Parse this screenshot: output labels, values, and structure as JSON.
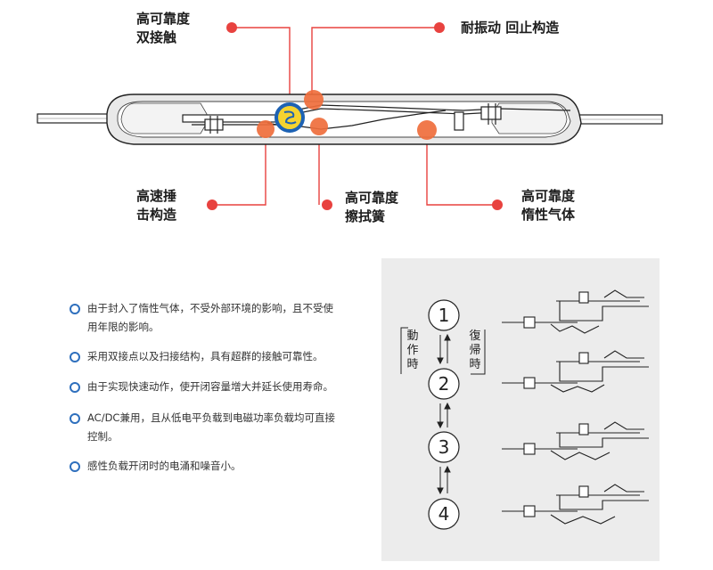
{
  "callouts": {
    "double_contact": [
      "高可靠度",
      "双接触"
    ],
    "vibration": "耐振动  回止构造",
    "hammer": [
      "高速捶",
      "击构造"
    ],
    "wiping_spring": [
      "高可靠度",
      "擦拭簧"
    ],
    "inert_gas": [
      "高可靠度",
      "惰性气体"
    ]
  },
  "features": [
    "由于封入了惰性气体，不受外部环境的影响，且不受使用年限的影响。",
    "采用双接点以及扫接结构，具有超群的接触可靠性。",
    "由于实现快速动作，使开闭容量增大并延长使用寿命。",
    "AC/DC兼用，且从低电平负载到电磁功率负载均可直接控制。",
    "感性负载开闭时的电涌和噪音小。"
  ],
  "sequence": {
    "operate_label": "動作時",
    "return_label": "復帰時",
    "steps": [
      "1",
      "2",
      "3",
      "4"
    ]
  },
  "colors": {
    "marker_red": "#e8423f",
    "marker_orange": "#ef6e3c",
    "bullet_blue": "#2e6fbd",
    "panel_bg": "#ececec",
    "ring_blue": "#1d62b4",
    "ring_yellow": "#f5d330"
  }
}
